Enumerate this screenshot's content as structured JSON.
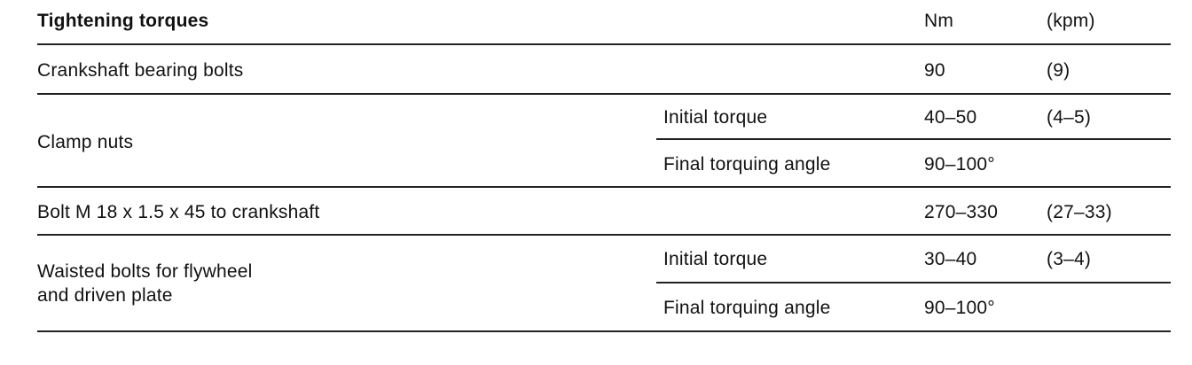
{
  "table": {
    "header": {
      "title": "Tightening torques",
      "unit_nm": "Nm",
      "unit_kpm": "(kpm)"
    },
    "rows": [
      {
        "item": "Crankshaft bearing bolts",
        "nm": "90",
        "kpm": "(9)"
      },
      {
        "item": "Clamp nuts",
        "sub": [
          {
            "stage": "Initial torque",
            "nm": "40–50",
            "kpm": "(4–5)"
          },
          {
            "stage": "Final torquing angle",
            "nm": "90–100°",
            "kpm": ""
          }
        ]
      },
      {
        "item": "Bolt M 18 x 1.5 x 45 to crankshaft",
        "nm": "270–330",
        "kpm": "(27–33)"
      },
      {
        "item_line1": "Waisted bolts for flywheel",
        "item_line2": "and driven plate",
        "sub": [
          {
            "stage": "Initial torque",
            "nm": "30–40",
            "kpm": "(3–4)"
          },
          {
            "stage": "Final torquing angle",
            "nm": "90–100°",
            "kpm": ""
          }
        ]
      }
    ]
  }
}
